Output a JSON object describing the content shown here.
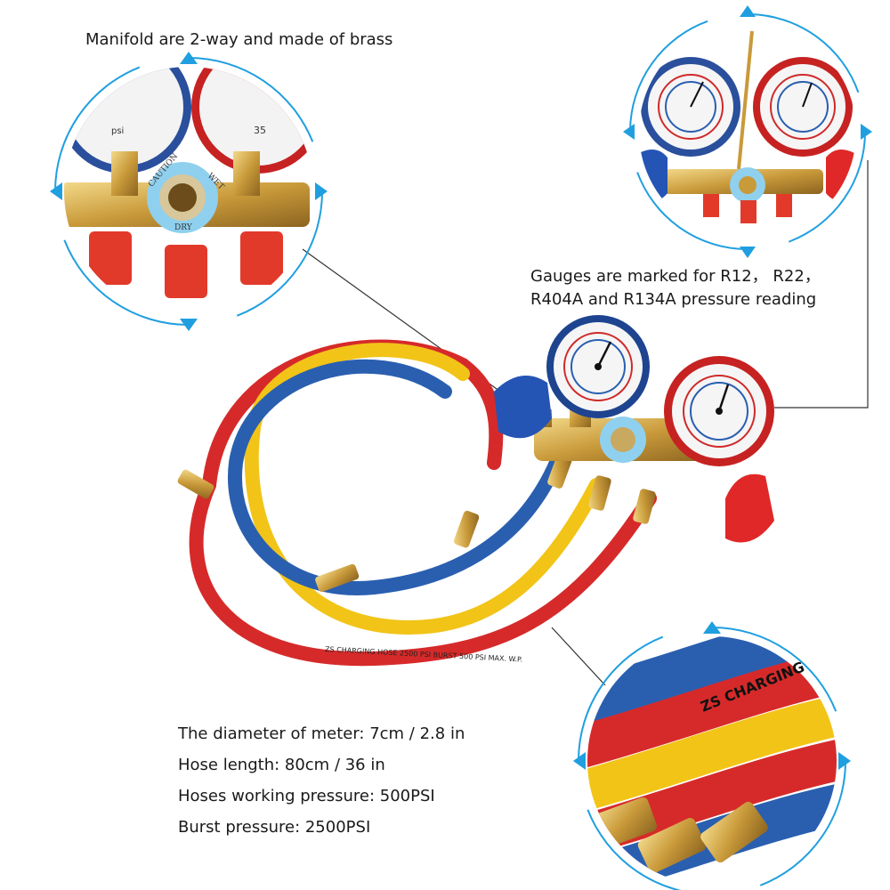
{
  "captions": {
    "manifold": "Manifold are 2-way and made of brass",
    "gauges_line1": "Gauges are marked for R12，  R22，",
    "gauges_line2": "R404A and R134A pressure reading"
  },
  "specs": [
    "The diameter of meter: 7cm / 2.8 in",
    "Hose length: 80cm / 36 in",
    "Hoses working pressure: 500PSI",
    "Burst pressure: 2500PSI"
  ],
  "gauge_marks": {
    "caution": "CAUTION",
    "wet": "WET",
    "dry": "DRY",
    "left_dial": "psi",
    "right_dial": "35"
  },
  "hose_print": "ZS CHARGING HOSE 2500 PSI BURST 500 PSI MAX. W.P.",
  "zoom_print": "ZS CHARGING",
  "colors": {
    "low_side": "#2a5fb0",
    "high_side": "#d62a2a",
    "service": "#f2c418",
    "brass": "#c99a3a",
    "accent_ring": "#1f9fe0"
  }
}
